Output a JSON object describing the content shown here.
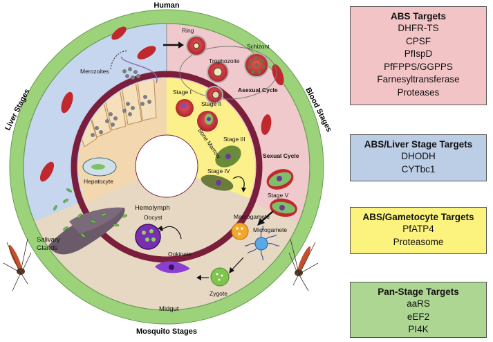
{
  "diagram": {
    "top_label": "Human",
    "bottom_label": "Mosquito Stages",
    "left_label": "Liver Stages",
    "right_label": "Blood Stages",
    "labels": {
      "ring": "Ring",
      "trophozoite": "Trophozoite",
      "schizont": "Schizont",
      "asexual_cycle": "Asexual Cycle",
      "merozoites": "Merozoites",
      "stage_i": "Stage I",
      "stage_ii": "Stage II",
      "stage_iii": "Stage III",
      "stage_iv": "Stage IV",
      "stage_v": "Stage V",
      "bone_marrow": "Bone Marrow",
      "sexual_cycle": "Sexual Cycle",
      "hepatocyte": "Hepatocyte",
      "hemolymph": "Hemolymph",
      "salivary_glands_1": "Salivary",
      "salivary_glands_2": "Glands",
      "oocyst": "Oocyst",
      "macrogamete": "Macrogamete",
      "microgamete": "Microgamete",
      "ookinete": "Ookinete",
      "zygote": "Zygote",
      "midgut": "Midgut"
    },
    "colors": {
      "liver": "#c5d6ee",
      "blood": "#f0c9cc",
      "mosquito": "#e6d8c2",
      "bone_marrow": "#fbf08a",
      "hepatocyte_zone": "#f3d7ae",
      "outer_ring": "#9bd27a",
      "membrane": "#7a1e3c",
      "rbc": "#c0282e"
    }
  },
  "targets": [
    {
      "title": "ABS Targets",
      "items": [
        "DHFR-TS",
        "CPSF",
        "PfIspD",
        "PfFPPS/GGPPS",
        "Farnesyltransferase",
        "Proteases"
      ],
      "color": "#f2c4c6"
    },
    {
      "title": "ABS/Liver Stage Targets",
      "items": [
        "DHODH",
        "CYTbc1"
      ],
      "color": "#bccde6"
    },
    {
      "title": "ABS/Gametocyte Targets",
      "items": [
        "PfATP4",
        "Proteasome"
      ],
      "color": "#fbf37e"
    },
    {
      "title": "Pan-Stage Targets",
      "items": [
        "aaRS",
        "eEF2",
        "PI4K"
      ],
      "color": "#aed693"
    }
  ]
}
